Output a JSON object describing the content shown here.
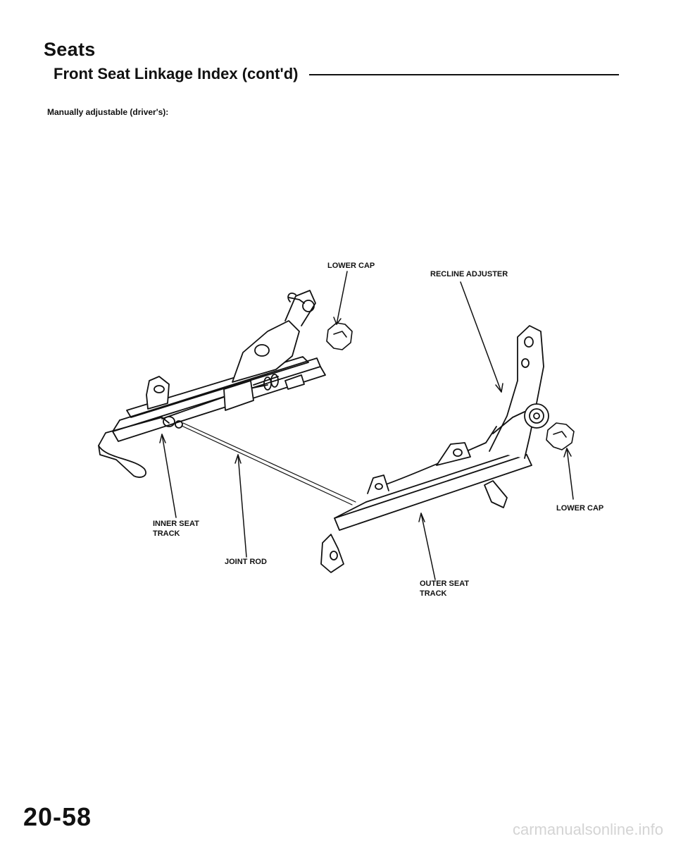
{
  "header": {
    "section_title": "Seats",
    "subheading": "Front Seat Linkage Index (cont'd)"
  },
  "intro": "Manually adjustable (driver's):",
  "callouts": {
    "lower_cap_top": "LOWER CAP",
    "recline_adjuster": "RECLINE ADJUSTER",
    "lower_cap_right": "LOWER CAP",
    "inner_seat_track": [
      "INNER SEAT",
      "TRACK"
    ],
    "joint_rod": "JOINT ROD",
    "outer_seat_track": [
      "OUTER SEAT",
      "TRACK"
    ]
  },
  "page_number": "20-58",
  "watermark": "carmanualsonline.info",
  "colors": {
    "ink": "#111111",
    "paper": "#ffffff",
    "watermark": "#d4d4d4"
  }
}
